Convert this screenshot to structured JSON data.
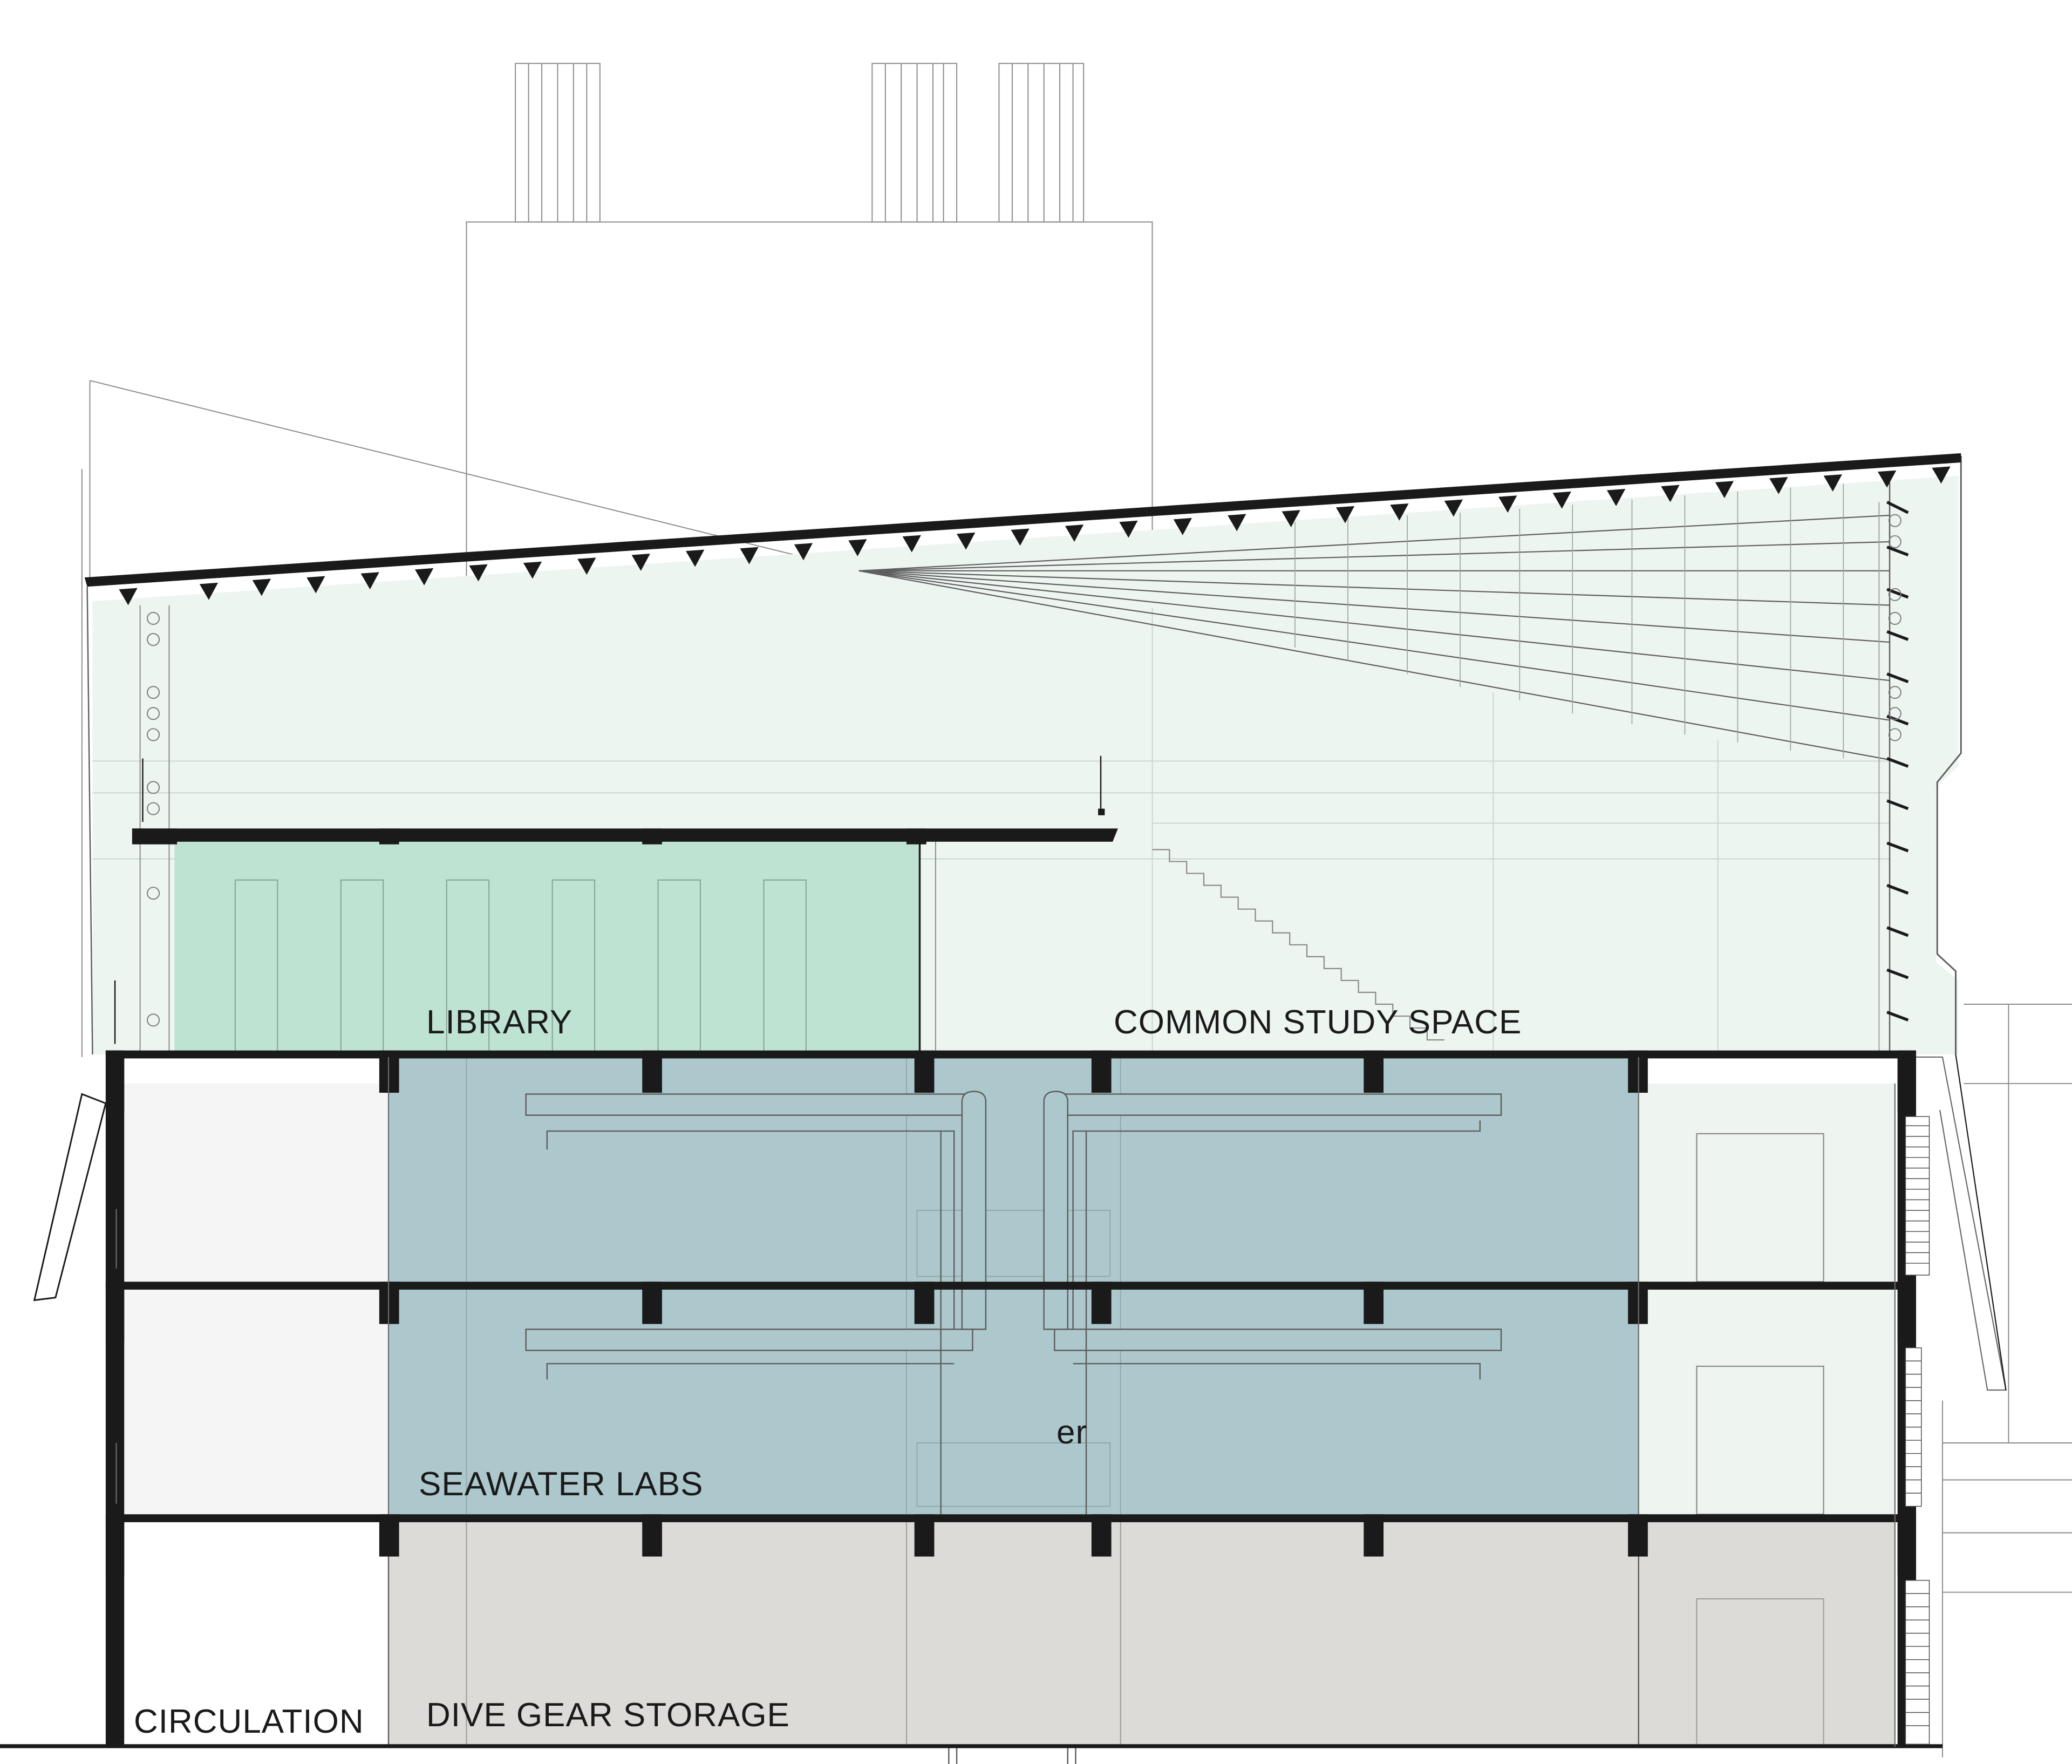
{
  "title": "",
  "labels": {
    "library": "LIBRARY",
    "common_study_space": "COMMON STUDY SPACE",
    "seawater_labs": "SEAWATER LABS",
    "circulation": "CIRCULATION",
    "dive_gear_storage": "DIVE GEAR STORAGE",
    "obscured_fragment": "er"
  },
  "colors": {
    "library": "#bfe3d2",
    "seawater_labs": "#adc8cc",
    "dive_gear_storage": "#dddbd8",
    "circulation": "#f5f5f5",
    "atrium_glass": "#edf5f1",
    "structure": "#1a1a1a",
    "outline": "#8a8a8a"
  }
}
